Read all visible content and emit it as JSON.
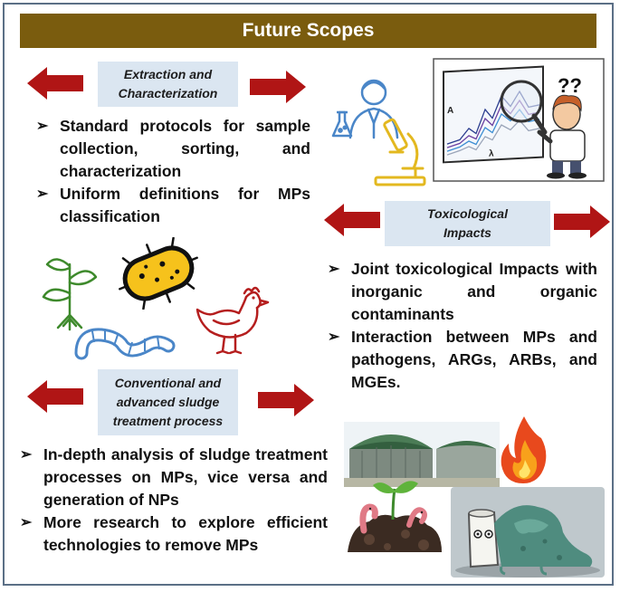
{
  "title": "Future Scopes",
  "sections": {
    "extraction": {
      "label_line1": "Extraction and",
      "label_line2": "Characterization",
      "bullets": [
        "Standard protocols for sample collection, sorting, and characterization",
        "Uniform definitions for MPs classification"
      ]
    },
    "toxicological": {
      "label_line1": "Toxicological",
      "label_line2": "Impacts",
      "bullets": [
        "Joint toxicological Impacts with inorganic and organic contaminants",
        "Interaction between MPs and pathogens, ARGs, ARBs, and MGEs."
      ]
    },
    "sludge": {
      "label_line1": "Conventional and",
      "label_line2": "advanced sludge",
      "label_line3": "treatment process",
      "bullets": [
        "In-depth analysis of sludge treatment processes on MPs, vice versa and generation of NPs",
        "More research to explore efficient technologies to remove MPs"
      ]
    }
  },
  "bullet_mark": "➢",
  "graph_axis": {
    "y_label": "A",
    "x_label": "λ",
    "question": "??"
  },
  "colors": {
    "title_bg": "#7a5c0e",
    "label_bg": "#dbe6f1",
    "arrow_red": "#b01515",
    "frame_border": "#5b6f86",
    "icon_blue": "#4a86c8",
    "icon_yellow": "#e3b81f",
    "icon_green": "#3e8a2c"
  },
  "icons": [
    "scientist-icon",
    "flask-icon",
    "microscope-icon",
    "plant-icon",
    "bacteria-icon",
    "worm-icon",
    "chicken-icon",
    "digester-icon",
    "fire-icon",
    "soil-sprout-icon",
    "slime-cup-icon"
  ]
}
